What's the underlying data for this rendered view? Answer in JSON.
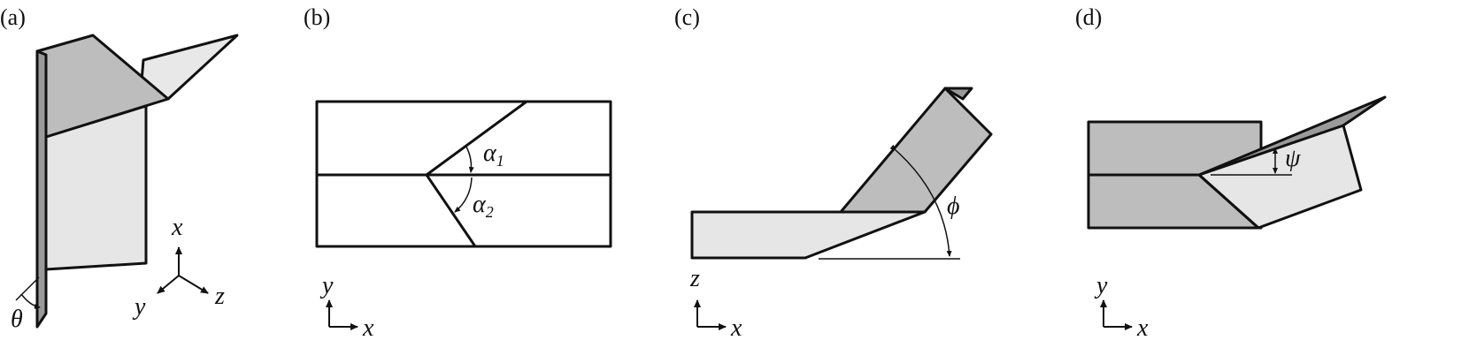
{
  "panels": {
    "a": {
      "label": "(a)",
      "axes": {
        "x": "x",
        "y": "y",
        "z": "z"
      },
      "angle": "θ"
    },
    "b": {
      "label": "(b)",
      "axes": {
        "x": "x",
        "y": "y"
      },
      "angle1": "α",
      "angle1_sub": "1",
      "angle2": "α",
      "angle2_sub": "2"
    },
    "c": {
      "label": "(c)",
      "axes": {
        "x": "x",
        "z": "z"
      },
      "angle": "ϕ"
    },
    "d": {
      "label": "(d)",
      "axes": {
        "x": "x",
        "y": "y"
      },
      "angle": "ψ"
    }
  },
  "colors": {
    "stroke": "#111111",
    "light_face": "#e6e6e6",
    "mid_face": "#bdbdbd",
    "dark_face": "#9a9a9a",
    "background": "#ffffff"
  }
}
